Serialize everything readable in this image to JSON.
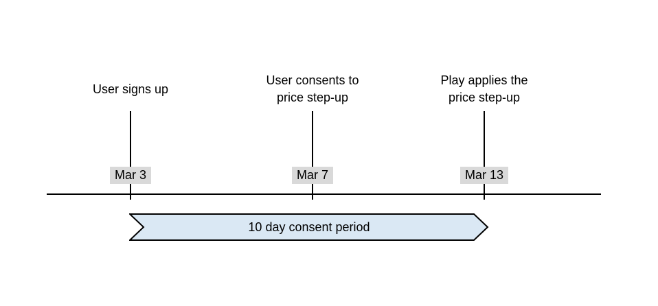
{
  "colors": {
    "background": "#ffffff",
    "line": "#000000",
    "text": "#000000",
    "date_bg": "#d9d9d9",
    "banner_fill": "#dae8f4"
  },
  "timeline": {
    "events": [
      {
        "lines": [
          "User signs up"
        ],
        "date": "Mar 3"
      },
      {
        "lines": [
          "User consents to",
          "price step-up"
        ],
        "date": "Mar 7"
      },
      {
        "lines": [
          "Play applies the",
          "price step-up"
        ],
        "date": "Mar 13"
      }
    ],
    "period_label": "10 day consent period"
  }
}
